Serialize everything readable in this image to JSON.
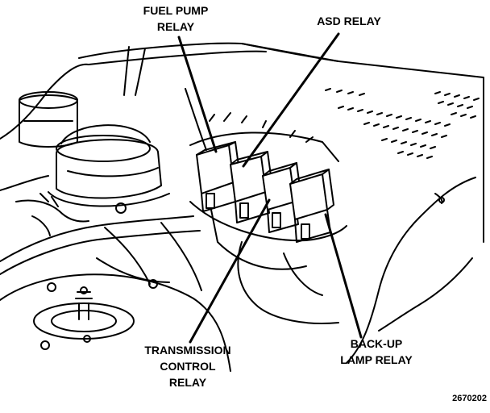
{
  "labels": {
    "fuel_pump_relay": [
      "FUEL PUMP",
      "RELAY"
    ],
    "asd_relay": [
      "ASD RELAY"
    ],
    "transmission_control_relay": [
      "TRANSMISSION",
      "CONTROL",
      "RELAY"
    ],
    "back_up_lamp_relay": [
      "BACK-UP",
      "LAMP RELAY"
    ]
  },
  "figure_number": "2670202",
  "colors": {
    "ink": "#000000",
    "paper": "#ffffff"
  }
}
